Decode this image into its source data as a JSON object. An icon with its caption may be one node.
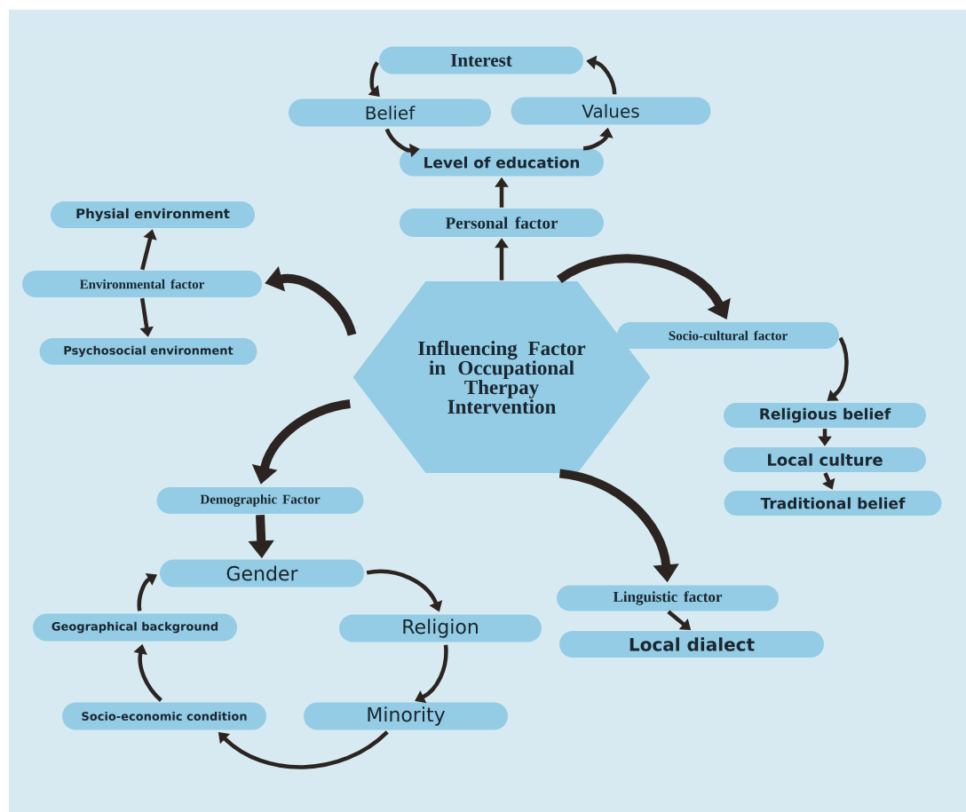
{
  "diagram": {
    "nodes": [
      {
        "text": [
          "Interest"
        ]
      },
      {
        "text": [
          "Belief"
        ]
      },
      {
        "text": [
          "Values"
        ]
      },
      {
        "text": [
          "Level of education"
        ]
      },
      {
        "text": [
          "Personal factor"
        ]
      },
      {
        "text": [
          "Physial environment"
        ]
      },
      {
        "text": [
          "Environmental factor"
        ]
      },
      {
        "text": [
          "Psychosocial environment"
        ]
      },
      {
        "text": [
          "Influencing Factor in Occupational Therpay Intervention"
        ]
      },
      {
        "text": [
          "Socio-cultural factor"
        ]
      },
      {
        "text": [
          "Religious belief"
        ]
      },
      {
        "text": [
          "Local culture"
        ]
      },
      {
        "text": [
          "Traditional belief"
        ]
      },
      {
        "text": [
          "Demographic Factor"
        ]
      },
      {
        "text": [
          "Gender"
        ]
      },
      {
        "text": [
          "Geographical background"
        ]
      },
      {
        "text": [
          "Religion"
        ]
      },
      {
        "text": [
          "Socio-economic condition"
        ]
      },
      {
        "text": [
          "Minority"
        ]
      },
      {
        "text": [
          "Linguistic factor"
        ]
      },
      {
        "text": [
          "Local dialect"
        ]
      }
    ],
    "edges": [
      {
        "from": 8,
        "to": 4,
        "arrow": "to"
      },
      {
        "from": 4,
        "to": 3,
        "arrow": "to"
      },
      {
        "from": 3,
        "to": 2,
        "arrow": "to"
      },
      {
        "from": 2,
        "to": 0,
        "arrow": "to"
      },
      {
        "from": 0,
        "to": 1,
        "arrow": "to"
      },
      {
        "from": 1,
        "to": 3,
        "arrow": "to"
      },
      {
        "from": 8,
        "to": 6,
        "arrow": "to",
        "style": "thick"
      },
      {
        "from": 6,
        "to": 5,
        "arrow": "to"
      },
      {
        "from": 6,
        "to": 7,
        "arrow": "to"
      },
      {
        "from": 8,
        "to": 9,
        "arrow": "to",
        "style": "thick"
      },
      {
        "from": 9,
        "to": 10,
        "arrow": "to"
      },
      {
        "from": 10,
        "to": 11,
        "arrow": "to"
      },
      {
        "from": 11,
        "to": 12,
        "arrow": "to"
      },
      {
        "from": 8,
        "to": 13,
        "arrow": "to",
        "style": "thick"
      },
      {
        "from": 13,
        "to": 14,
        "arrow": "to",
        "style": "thick"
      },
      {
        "from": 14,
        "to": 16,
        "arrow": "to"
      },
      {
        "from": 16,
        "to": 18,
        "arrow": "to"
      },
      {
        "from": 18,
        "to": 17,
        "arrow": "to"
      },
      {
        "from": 17,
        "to": 15,
        "arrow": "to"
      },
      {
        "from": 15,
        "to": 14,
        "arrow": "to"
      },
      {
        "from": 8,
        "to": 19,
        "arrow": "to",
        "style": "thick"
      },
      {
        "from": 19,
        "to": 20,
        "arrow": "to"
      }
    ]
  }
}
